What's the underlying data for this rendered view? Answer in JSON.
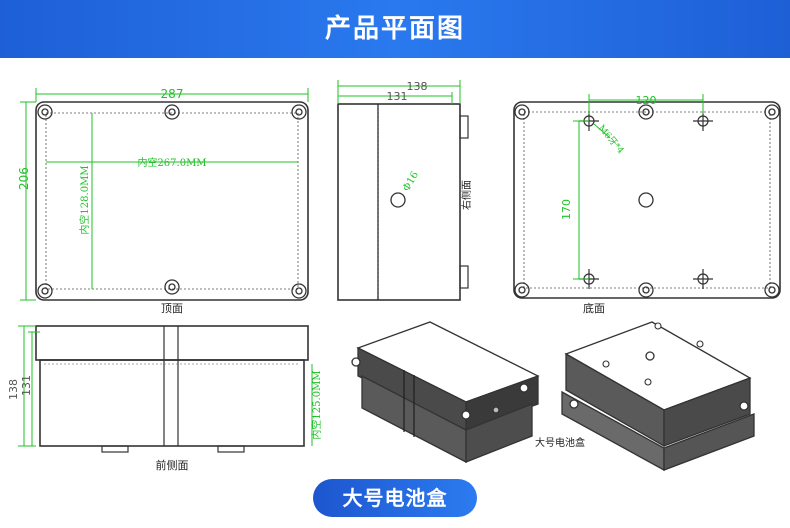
{
  "header": {
    "title": "产品平面图"
  },
  "top_view": {
    "width_dim": "287",
    "height_dim": "206",
    "inner_width": "内空267.0MM",
    "inner_height": "内空128.0MM",
    "label": "顶面"
  },
  "side_view": {
    "outer_dim": "138",
    "inner_dim": "131",
    "hole": "Φ16",
    "label": "右侧面"
  },
  "bottom_view": {
    "width_dim": "120",
    "height_dim": "170",
    "screw": "M6牙*4",
    "label": "底面"
  },
  "front_view": {
    "outer_dim": "138",
    "inner_dim": "131",
    "inner_height": "内空125.0MM",
    "label": "前侧面"
  },
  "iso_view": {
    "label": "大号电池盒"
  },
  "footer": {
    "title": "大号电池盒"
  },
  "colors": {
    "header_blue": "#2a79ee",
    "dimension_green": "#22c22a",
    "line": "#333333"
  }
}
